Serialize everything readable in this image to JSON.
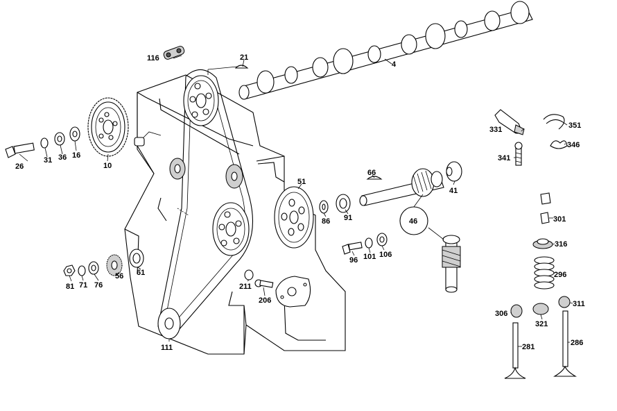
{
  "diagram": {
    "parts": [
      {
        "id": "p4",
        "label": "4"
      },
      {
        "id": "p10",
        "label": "10"
      },
      {
        "id": "p16",
        "label": "16"
      },
      {
        "id": "p21",
        "label": "21"
      },
      {
        "id": "p26",
        "label": "26"
      },
      {
        "id": "p31",
        "label": "31"
      },
      {
        "id": "p36",
        "label": "36"
      },
      {
        "id": "p41",
        "label": "41"
      },
      {
        "id": "p46",
        "label": "46"
      },
      {
        "id": "p51",
        "label": "51"
      },
      {
        "id": "p56",
        "label": "56"
      },
      {
        "id": "p61",
        "label": "61"
      },
      {
        "id": "p66",
        "label": "66"
      },
      {
        "id": "p71",
        "label": "71"
      },
      {
        "id": "p76",
        "label": "76"
      },
      {
        "id": "p81",
        "label": "81"
      },
      {
        "id": "p86",
        "label": "86"
      },
      {
        "id": "p91",
        "label": "91"
      },
      {
        "id": "p96",
        "label": "96"
      },
      {
        "id": "p101",
        "label": "101"
      },
      {
        "id": "p106",
        "label": "106"
      },
      {
        "id": "p111",
        "label": "111"
      },
      {
        "id": "p116",
        "label": "116"
      },
      {
        "id": "p206",
        "label": "206"
      },
      {
        "id": "p211",
        "label": "211"
      },
      {
        "id": "p281",
        "label": "281"
      },
      {
        "id": "p286",
        "label": "286"
      },
      {
        "id": "p296",
        "label": "296"
      },
      {
        "id": "p301",
        "label": "301"
      },
      {
        "id": "p306",
        "label": "306"
      },
      {
        "id": "p311",
        "label": "311"
      },
      {
        "id": "p316",
        "label": "316"
      },
      {
        "id": "p321",
        "label": "321"
      },
      {
        "id": "p331",
        "label": "331"
      },
      {
        "id": "p341",
        "label": "341"
      },
      {
        "id": "p346",
        "label": "346"
      },
      {
        "id": "p351",
        "label": "351"
      }
    ]
  }
}
